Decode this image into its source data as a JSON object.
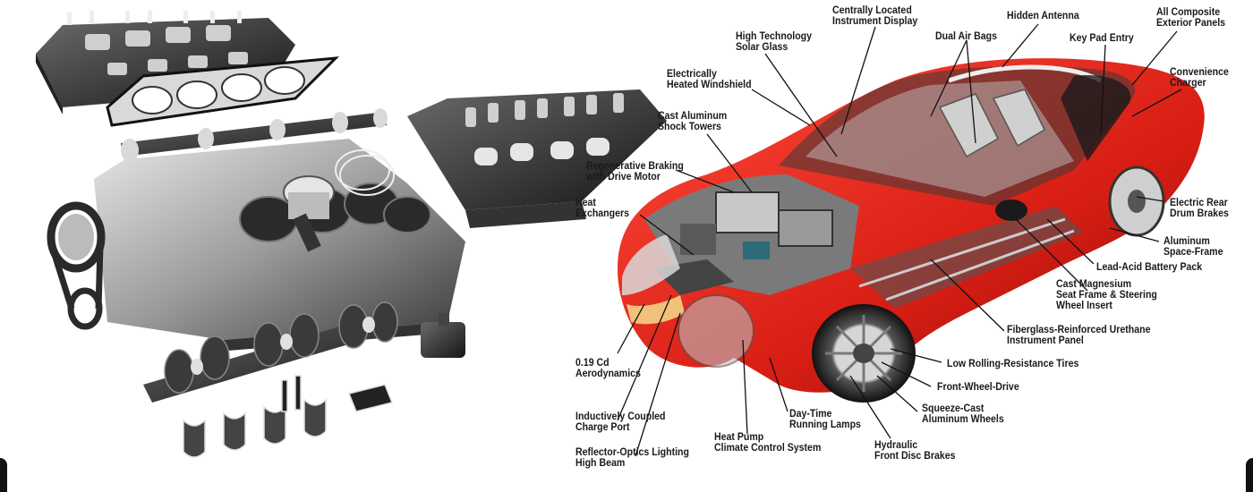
{
  "labels": {
    "solar_glass": [
      "High Technology",
      "Solar Glass"
    ],
    "instrument_display": [
      "Centrally Located",
      "Instrument Display"
    ],
    "dual_air_bags": "Dual Air Bags",
    "hidden_antenna": "Hidden Antenna",
    "key_pad_entry": "Key Pad Entry",
    "composite_panels": [
      "All Composite",
      "Exterior Panels"
    ],
    "convenience_charger": [
      "Convenience",
      "Charger"
    ],
    "heated_windshield": [
      "Electrically",
      "Heated Windshield"
    ],
    "shock_towers": [
      "Cast Aluminum",
      "Shock Towers"
    ],
    "regen_braking": [
      "Regenerative Braking",
      "with Drive Motor"
    ],
    "heat_exchangers": [
      "Heat",
      "Exchangers"
    ],
    "electric_rear_brakes": [
      "Electric Rear",
      "Drum Brakes"
    ],
    "space_frame": [
      "Aluminum",
      "Space-Frame"
    ],
    "battery_pack": "Lead-Acid Battery Pack",
    "seat_frame": [
      "Cast Magnesium",
      "Seat Frame & Steering",
      "Wheel Insert"
    ],
    "fiberglass_panel": [
      "Fiberglass-Reinforced Urethane",
      "Instrument Panel"
    ],
    "aerodynamics": [
      "0.19 Cd",
      "Aerodynamics"
    ],
    "low_rolling_tires": "Low Rolling-Resistance Tires",
    "front_wheel_drive": "Front-Wheel-Drive",
    "aluminum_wheels": [
      "Squeeze-Cast",
      "Aluminum Wheels"
    ],
    "charge_port": [
      "Inductively Coupled",
      "Charge Port"
    ],
    "running_lamps": [
      "Day-Time",
      "Running Lamps"
    ],
    "heat_pump": [
      "Heat Pump",
      "Climate Control System"
    ],
    "disc_brakes": [
      "Hydraulic",
      "Front Disc Brakes"
    ],
    "reflector_optics": [
      "Reflector-Optics Lighting",
      "High Beam"
    ]
  },
  "colors": {
    "car_body": "#e0251c",
    "car_dark": "#9c0e0a",
    "engine_metal": "#9a9a9a",
    "engine_dark": "#2b2b2b",
    "label_text": "#1a1a1a",
    "leader_line": "#111111"
  }
}
